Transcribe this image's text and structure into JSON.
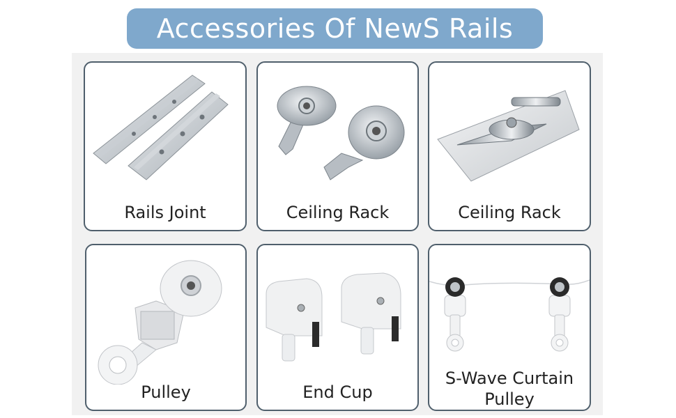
{
  "header": {
    "title": "Accessories Of NewS Rails"
  },
  "items": [
    {
      "label": "Rails Joint",
      "icon": "rails-joint-icon"
    },
    {
      "label": "Ceiling Rack",
      "icon": "ceiling-rack-icon"
    },
    {
      "label": "Ceiling Rack",
      "icon": "ceiling-rack-plate-icon"
    },
    {
      "label": "Pulley",
      "icon": "pulley-icon"
    },
    {
      "label": "End Cup",
      "icon": "end-cup-icon"
    },
    {
      "label": "S-Wave Curtain Pulley",
      "icon": "s-wave-pulley-icon"
    }
  ],
  "colors": {
    "accent": "#7fa8cc",
    "border": "#4f5f6c",
    "panel": "#f1f1f1"
  }
}
